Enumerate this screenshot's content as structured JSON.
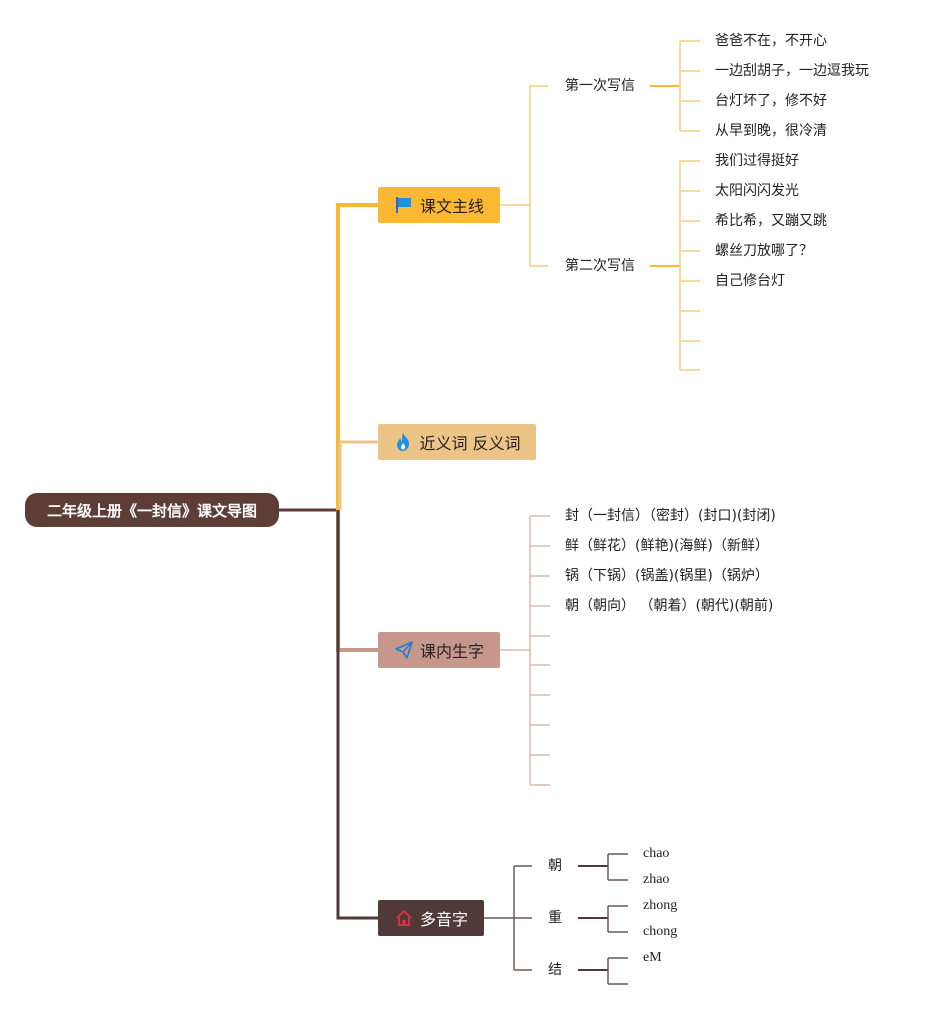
{
  "root": {
    "title": "二年级上册《一封信》课文导图"
  },
  "branches": [
    {
      "label": "课文主线",
      "icon": "flag-icon",
      "color": "#fcb832",
      "subs": [
        {
          "label": "第一次写信",
          "leaves": [
            "爸爸不在，不开心",
            "一边刮胡子，一边逗我玩",
            "台灯坏了，修不好",
            "从早到晚，很冷清"
          ]
        },
        {
          "label": "第二次写信",
          "leaves": [
            "我们过得挺好",
            "太阳闪闪发光",
            "希比希，又蹦又跳",
            "螺丝刀放哪了？",
            "自己修台灯",
            "",
            "",
            ""
          ]
        }
      ]
    },
    {
      "label": "近义词 反义词",
      "icon": "fire-icon",
      "color": "#ecc488"
    },
    {
      "label": "课内生字",
      "icon": "paper-plane-icon",
      "color": "#c8978b",
      "leaves": [
        "封（一封信）（密封）(封口)(封闭)",
        "鲜（鲜花）(鲜艳)(海鲜)（新鲜）",
        "锅（下锅）(锅盖)(锅里)（锅炉）",
        "朝（朝向） （朝着）(朝代)(朝前)",
        "",
        "",
        "",
        "",
        "",
        ""
      ]
    },
    {
      "label": "多音字",
      "icon": "house-icon",
      "color": "#4f3a37",
      "subs": [
        {
          "label": "朝",
          "leaves": [
            "chao",
            "zhao"
          ]
        },
        {
          "label": "重",
          "leaves": [
            "zhong",
            "chong"
          ]
        },
        {
          "label": "结",
          "leaves": [
            "eM",
            ""
          ]
        }
      ]
    }
  ]
}
